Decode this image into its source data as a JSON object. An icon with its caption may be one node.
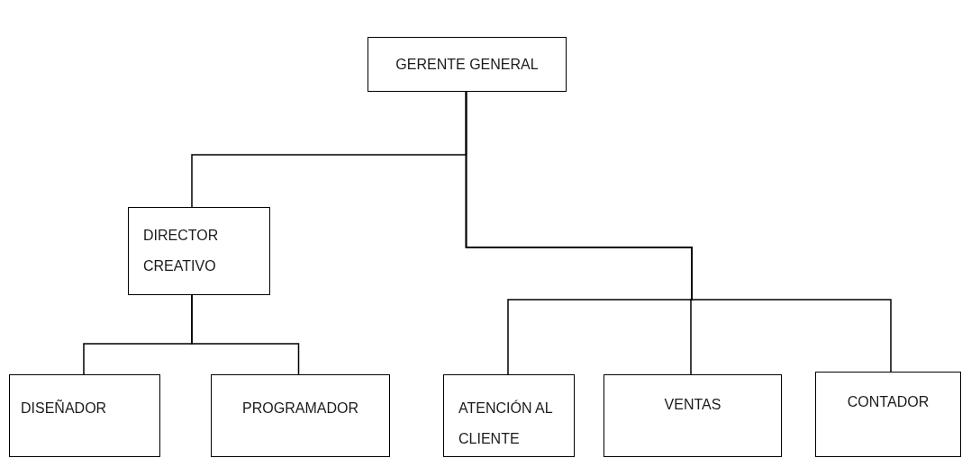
{
  "diagram": {
    "nodes": [
      {
        "text": [
          "GERENTE GENERAL"
        ]
      },
      {
        "text": [
          "DIRECTOR CREATIVO"
        ]
      },
      {
        "text": [
          "DISEÑADOR"
        ]
      },
      {
        "text": [
          "PROGRAMADOR"
        ]
      },
      {
        "text": [
          "ATENCIÓN AL CLIENTE"
        ]
      },
      {
        "text": [
          "VENTAS"
        ]
      },
      {
        "text": [
          "CONTADOR"
        ]
      }
    ],
    "edges": [
      {
        "from": 0,
        "to": 1,
        "arrow": "none"
      },
      {
        "from": 0,
        "to": 4,
        "arrow": "none"
      },
      {
        "from": 0,
        "to": 5,
        "arrow": "none"
      },
      {
        "from": 0,
        "to": 6,
        "arrow": "none"
      },
      {
        "from": 1,
        "to": 2,
        "arrow": "none"
      },
      {
        "from": 1,
        "to": 3,
        "arrow": "none"
      }
    ]
  }
}
